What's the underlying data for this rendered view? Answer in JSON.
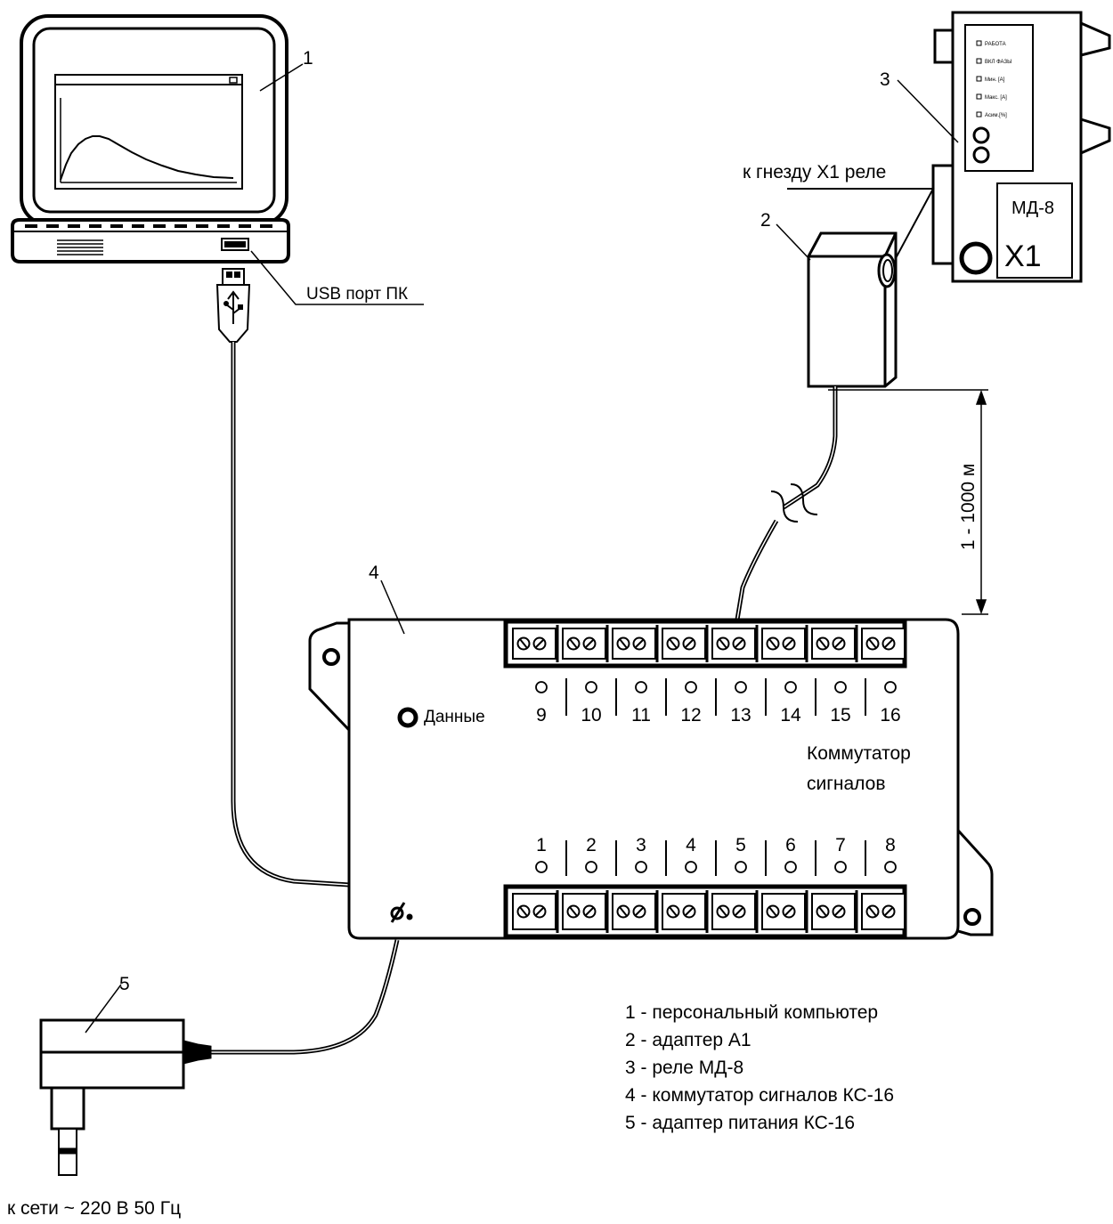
{
  "callouts": {
    "pc": "1",
    "adapter_a1": "2",
    "relay": "3",
    "switcher": "4",
    "power_adapter": "5"
  },
  "labels": {
    "usb_port": "USB порт ПК",
    "relay_socket": "к гнезду Х1 реле",
    "relay_model": "МД-8",
    "socket_x1": "Х1",
    "distance": "1 - 1000 м",
    "data_led": "Данные",
    "switcher_name_line1": "Коммутатор",
    "switcher_name_line2": "сигналов",
    "mains": "к сети  ~ 220 В 50 Гц"
  },
  "relay_panel": [
    "РАБОТА",
    "ВКЛ ФАЗЫ",
    "Мин. [А]",
    "Макс. [А]",
    "Асим.[%]"
  ],
  "channels_top": [
    "9",
    "10",
    "11",
    "12",
    "13",
    "14",
    "15",
    "16"
  ],
  "channels_bottom": [
    "1",
    "2",
    "3",
    "4",
    "5",
    "6",
    "7",
    "8"
  ],
  "legend": [
    "1 - персональный компьютер",
    "2 - адаптер А1",
    "3 -  реле МД-8",
    "4 - коммутатор сигналов КС-16",
    "5 - адаптер питания КС-16"
  ]
}
